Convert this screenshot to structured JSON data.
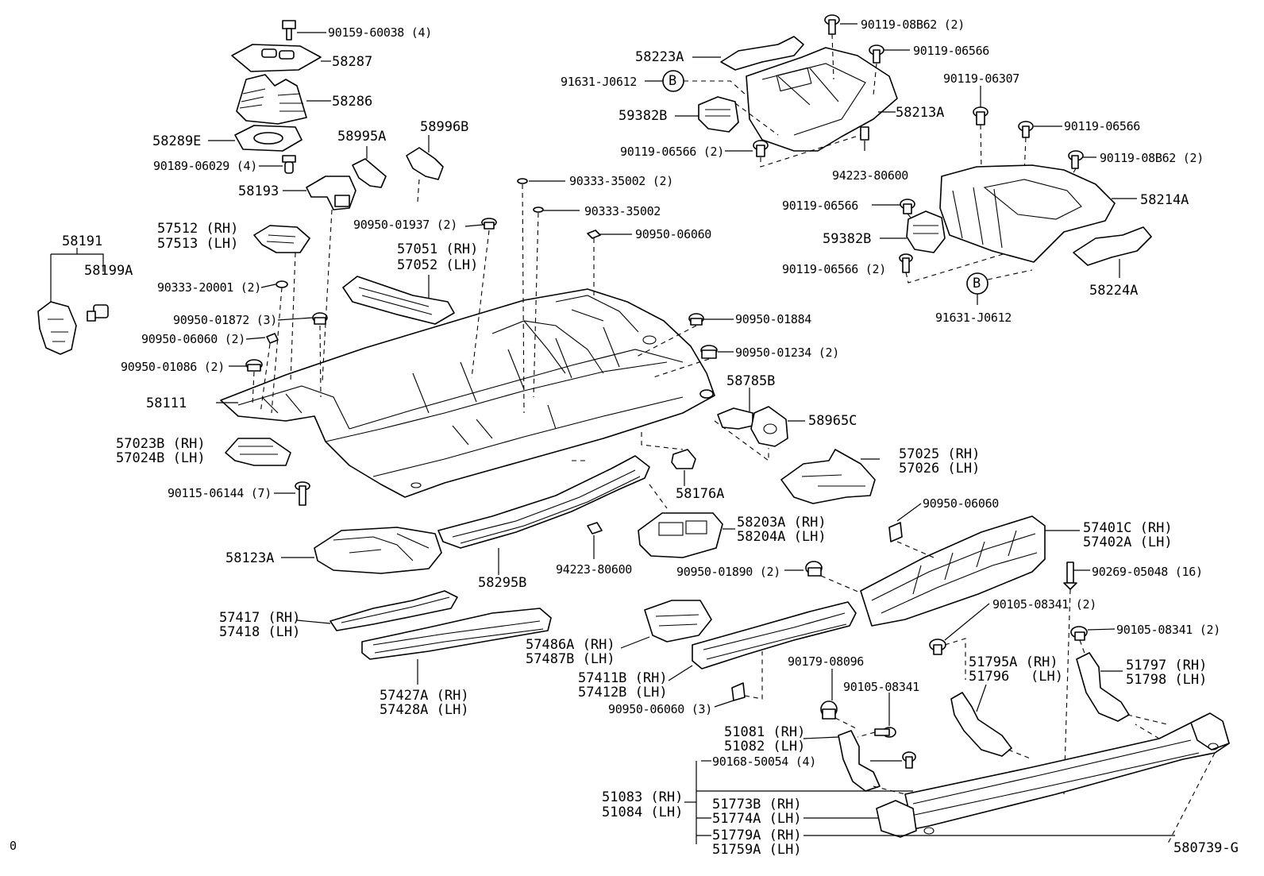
{
  "drawing_id": "580739-G",
  "corner_mark": "0",
  "callouts": {
    "c001": "90159-60038 (4)",
    "c002": "58287",
    "c003": "58286",
    "c004": "58289E",
    "c005": "90189-06029 (4)",
    "c006": "58193",
    "c007": "58995A",
    "c008": "58996B",
    "c009": "58191",
    "c010": "58199A",
    "c011": "57512 (RH)",
    "c012": "57513 (LH)",
    "c013": "90333-20001 (2)",
    "c014": "90950-01872 (3)",
    "c015": "90950-06060 (2)",
    "c016": "90950-01086 (2)",
    "c017": "58111",
    "c018": "57023B (RH)",
    "c019": "57024B (LH)",
    "c020": "90115-06144 (7)",
    "c021": "90950-01937 (2)",
    "c022": "57051 (RH)",
    "c023": "57052 (LH)",
    "c024": "90333-35002 (2)",
    "c025": "90333-35002",
    "c026": "90950-06060",
    "c027": "90950-01884",
    "c028": "90950-01234 (2)",
    "c029": "58785B",
    "c030": "58965C",
    "c031": "58176A",
    "c032": "57025 (RH)",
    "c033": "57026 (LH)",
    "c034": "58223A",
    "c035": "91631-J0612",
    "c036": "59382B",
    "c037": "90119-06566 (2)",
    "c038": "94223-80600",
    "c039": "58213A",
    "c040": "90119-08B62 (2)",
    "c041": "90119-06566",
    "c042": "90119-06307",
    "c043": "90119-06566",
    "c044": "90119-08B62 (2)",
    "c045": "90119-06566",
    "c046": "58214A",
    "c047": "59382B",
    "c048": "90119-06566 (2)",
    "c049": "58224A",
    "c050": "91631-J0612",
    "c051": "58123A",
    "c052": "58295B",
    "c053": "94223-80600",
    "c054": "58203A (RH)",
    "c055": "58204A (LH)",
    "c056": "90950-01890 (2)",
    "c057": "90950-06060",
    "c058": "57401C (RH)",
    "c059": "57402A (LH)",
    "c060": "90269-05048 (16)",
    "c061": "90105-08341 (2)",
    "c062": "90105-08341 (2)",
    "c063": "57417 (RH)",
    "c064": "57418 (LH)",
    "c065": "57427A (RH)",
    "c066": "57428A (LH)",
    "c067": "57486A (RH)",
    "c068": "57487B (LH)",
    "c069": "57411B (RH)",
    "c070": "57412B (LH)",
    "c071": "90950-06060 (3)",
    "c072": "90179-08096",
    "c073": "90105-08341",
    "c074": "51795A (RH)",
    "c075": "51796",
    "c076": "(LH)",
    "c077": "51797 (RH)",
    "c078": "51798 (LH)",
    "c079": "51081 (RH)",
    "c080": "51082 (LH)",
    "c081": "90168-50054 (4)",
    "c082": "51083 (RH)",
    "c083": "51084 (LH)",
    "c084": "51773B (RH)",
    "c085": "51774A (LH)",
    "c086": "51779A (RH)",
    "c087": "51759A (LH)"
  },
  "ref_marks": {
    "b1": "B",
    "b2": "B"
  }
}
